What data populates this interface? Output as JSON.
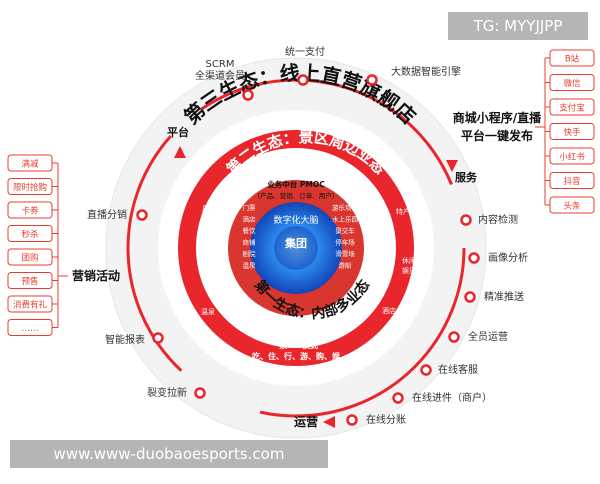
{
  "watermark_top": "TG: MYYJJPP",
  "watermark_bottom": "www.www-duobaoesports.com",
  "outer_ring": {
    "title": "第三生态：线上直营旗舰店",
    "labels": {
      "platform": "平台",
      "service": "服务",
      "marketing": "营销活动",
      "operation": "运营",
      "mall": "商城小程序/直播",
      "publish": "平台一键发布"
    }
  },
  "middle_ring": {
    "title": "第二生态：景区周边业态"
  },
  "inner_ring": {
    "title": "第一生态：内部多业态"
  },
  "center": {
    "middle_platform": "业务中台 PMOC",
    "middle_platform_sub": "（产品、营销、订单、用户）",
    "digital": "数字化大脑",
    "group": "集团",
    "ticket_mode": "“票+” 模式",
    "ticket_mode_sub": "吃、住、行、游、购、娱"
  },
  "middle_left_column": [
    "门票",
    "酒店",
    "餐饮",
    "商铺",
    "剧院",
    "温泉"
  ],
  "middle_right_column": [
    "游乐项目",
    "水上乐园",
    "景交车",
    "停车场",
    "滑雪场",
    "游船"
  ],
  "side_items": {
    "left_top": "周边\n景区",
    "left_mid": "特色\n餐饮",
    "left_bottom": "温泉",
    "right_top": "特产",
    "right_mid": "休闲\n娱乐",
    "right_bottom": "酒店"
  },
  "around_items": [
    "SCRM\n全渠道会员",
    "统一支付",
    "大数据智能引擎",
    "直播分销",
    "内容检测",
    "画像分析",
    "精准推送",
    "全员运营",
    "智能报表",
    "在线客服",
    "裂变拉新",
    "在线进件（商户）",
    "在线分账"
  ],
  "left_tags": [
    "满减",
    "限时抢购",
    "卡券",
    "秒杀",
    "团购",
    "预售",
    "消费有礼",
    "……"
  ],
  "right_tags": [
    "B站",
    "微信",
    "支付宝",
    "快手",
    "小红书",
    "抖音",
    "头条"
  ],
  "colors": {
    "red": "#e8262b",
    "dark_red": "#c8161d",
    "grey_ring": "#f2f2f2",
    "tag_border": "#ea3c2e",
    "dot": "#e8262b"
  }
}
